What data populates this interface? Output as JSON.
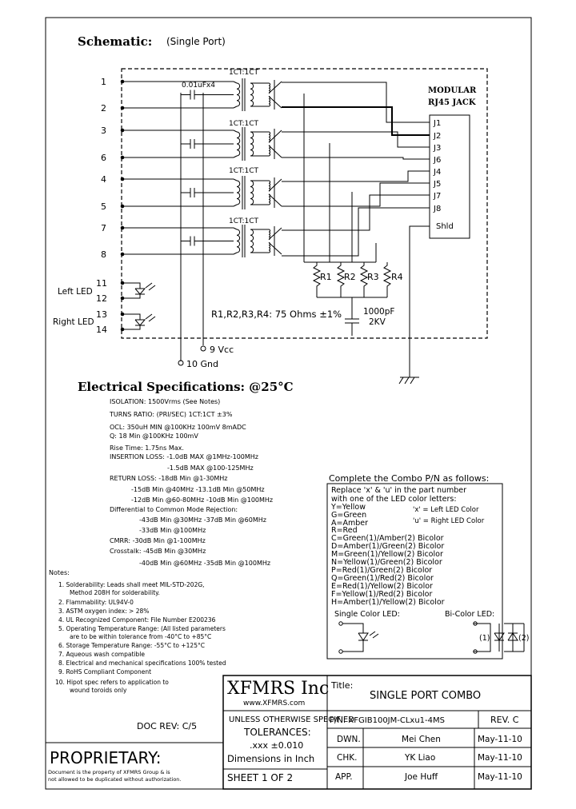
{
  "schematic": {
    "title": "Schematic:",
    "subtitle": "(Single Port)",
    "pins": [
      "1",
      "2",
      "3",
      "6",
      "4",
      "5",
      "7",
      "8",
      "11",
      "12",
      "13",
      "14"
    ],
    "cap_label": "0.01uFx4",
    "transformer_labels": [
      "1CT:1CT",
      "1CT:1CT",
      "1CT:1CT",
      "1CT:1CT"
    ],
    "jack_title_line1": "MODULAR",
    "jack_title_line2": "RJ45 JACK",
    "jack_pins": [
      "J1",
      "J2",
      "J3",
      "J6",
      "J4",
      "J5",
      "J7",
      "J8",
      "Shld"
    ],
    "resistors": [
      "R1",
      "R2",
      "R3",
      "R4"
    ],
    "resistor_note": "R1,R2,R3,R4: 75 Ohms ±1%",
    "cap2_line1": "1000pF",
    "cap2_line2": "2KV",
    "left_led": "Left LED",
    "right_led": "Right LED",
    "vcc": "9 Vcc",
    "gnd": "10 Gnd"
  },
  "electrical": {
    "title": "Electrical Specifications: @25°C",
    "lines": [
      "ISOLATION: 1500Vrms (See Notes)",
      "TURNS RATIO: (PRI/SEC) 1CT:1CT ±3%",
      "OCL: 350uH MIN @100KHz 100mV 8mADC",
      "Q: 18 Min @100KHz 100mV",
      "Rise Time: 1.75ns Max.",
      "INSERTION LOSS: -1.0dB MAX @1MHz-100MHz",
      "-1.5dB MAX @100-125MHz",
      "RETURN LOSS: -18dB Min @1-30MHz",
      "-15dB Min @40MHz -13.1dB Min @50MHz",
      "-12dB Min @60-80MHz -10dB Min @100MHz",
      "Differential to Common Mode Rejection:",
      "-43dB Min @30MHz -37dB Min @60MHz",
      "-33dB Min @100MHz",
      "CMRR: -30dB Min @1-100MHz",
      "Crosstalk: -45dB Min @30MHz",
      "-40dB Min @60MHz -35dB Min @100MHz"
    ]
  },
  "notes": {
    "title": "Notes:",
    "lines": [
      "1. Solderability: Leads shall meet MIL-STD-202G,",
      "Method 208H for solderability.",
      "2. Flammability: UL94V-0",
      "3. ASTM oxygen index: > 28%",
      "4. UL Recognized Component: File Number E200236",
      "5. Operating Temperature Range: (All listed parameters",
      "are to be within tolerance from -40°C to +85°C",
      "6. Storage Temperature Range: -55°C to +125°C",
      "7. Aqueous wash compatible",
      "8. Electrical and mechanical specifications 100% tested",
      "9. RoHS Compliant Component",
      "10. Hipot spec refers to application to",
      "wound toroids only"
    ]
  },
  "combo": {
    "header": "Complete the Combo P/N as follows:",
    "intro1": "Replace 'x' & 'u' in the part number",
    "intro2": "with one of the LED color letters:",
    "codes": [
      "Y=Yellow",
      "G=Green",
      "A=Amber",
      "R=Red",
      "C=Green(1)/Amber(2) Bicolor",
      "D=Amber(1)/Green(2) Bicolor",
      "M=Green(1)/Yellow(2) Bicolor",
      "N=Yellow(1)/Green(2) Bicolor",
      "P=Red(1)/Green(2) Bicolor",
      "Q=Green(1)/Red(2) Bicolor",
      "E=Red(1)/Yellow(2) Bicolor",
      "F=Yellow(1)/Red(2) Bicolor",
      "H=Amber(1)/Yellow(2) Bicolor"
    ],
    "x_rule": "'x' = Left LED Color",
    "u_rule": "'u' = Right LED Color",
    "single_led": "Single Color LED:",
    "bicolor_led": "Bi-Color LED:",
    "led1": "(1)",
    "led2": "(2)"
  },
  "titleblock": {
    "company": "XFMRS Inc",
    "url": "www.XFMRS.com",
    "title_label": "Title:",
    "title": "SINGLE PORT COMBO",
    "doc_rev": "DOC REV: C/5",
    "unless": "UNLESS OTHERWISE SPECIFIED",
    "tolerances": "TOLERANCES:",
    "tol_value": ".xxx ±0.010",
    "dimensions": "Dimensions in Inch",
    "sheet": "SHEET 1 OF 2",
    "pn": "P/N: XFGIB100JM-CLxu1-4MS",
    "rev": "REV. C",
    "dwn_label": "DWN.",
    "dwn_name": "Mei Chen",
    "dwn_date": "May-11-10",
    "chk_label": "CHK.",
    "chk_name": "YK Liao",
    "chk_date": "May-11-10",
    "app_label": "APP.",
    "app_name": "Joe Huff",
    "app_date": "May-11-10",
    "proprietary": "PROPRIETARY:",
    "prop_line1": "Document is the property of XFMRS Group & is",
    "prop_line2": "not allowed to be duplicated without authorization."
  }
}
